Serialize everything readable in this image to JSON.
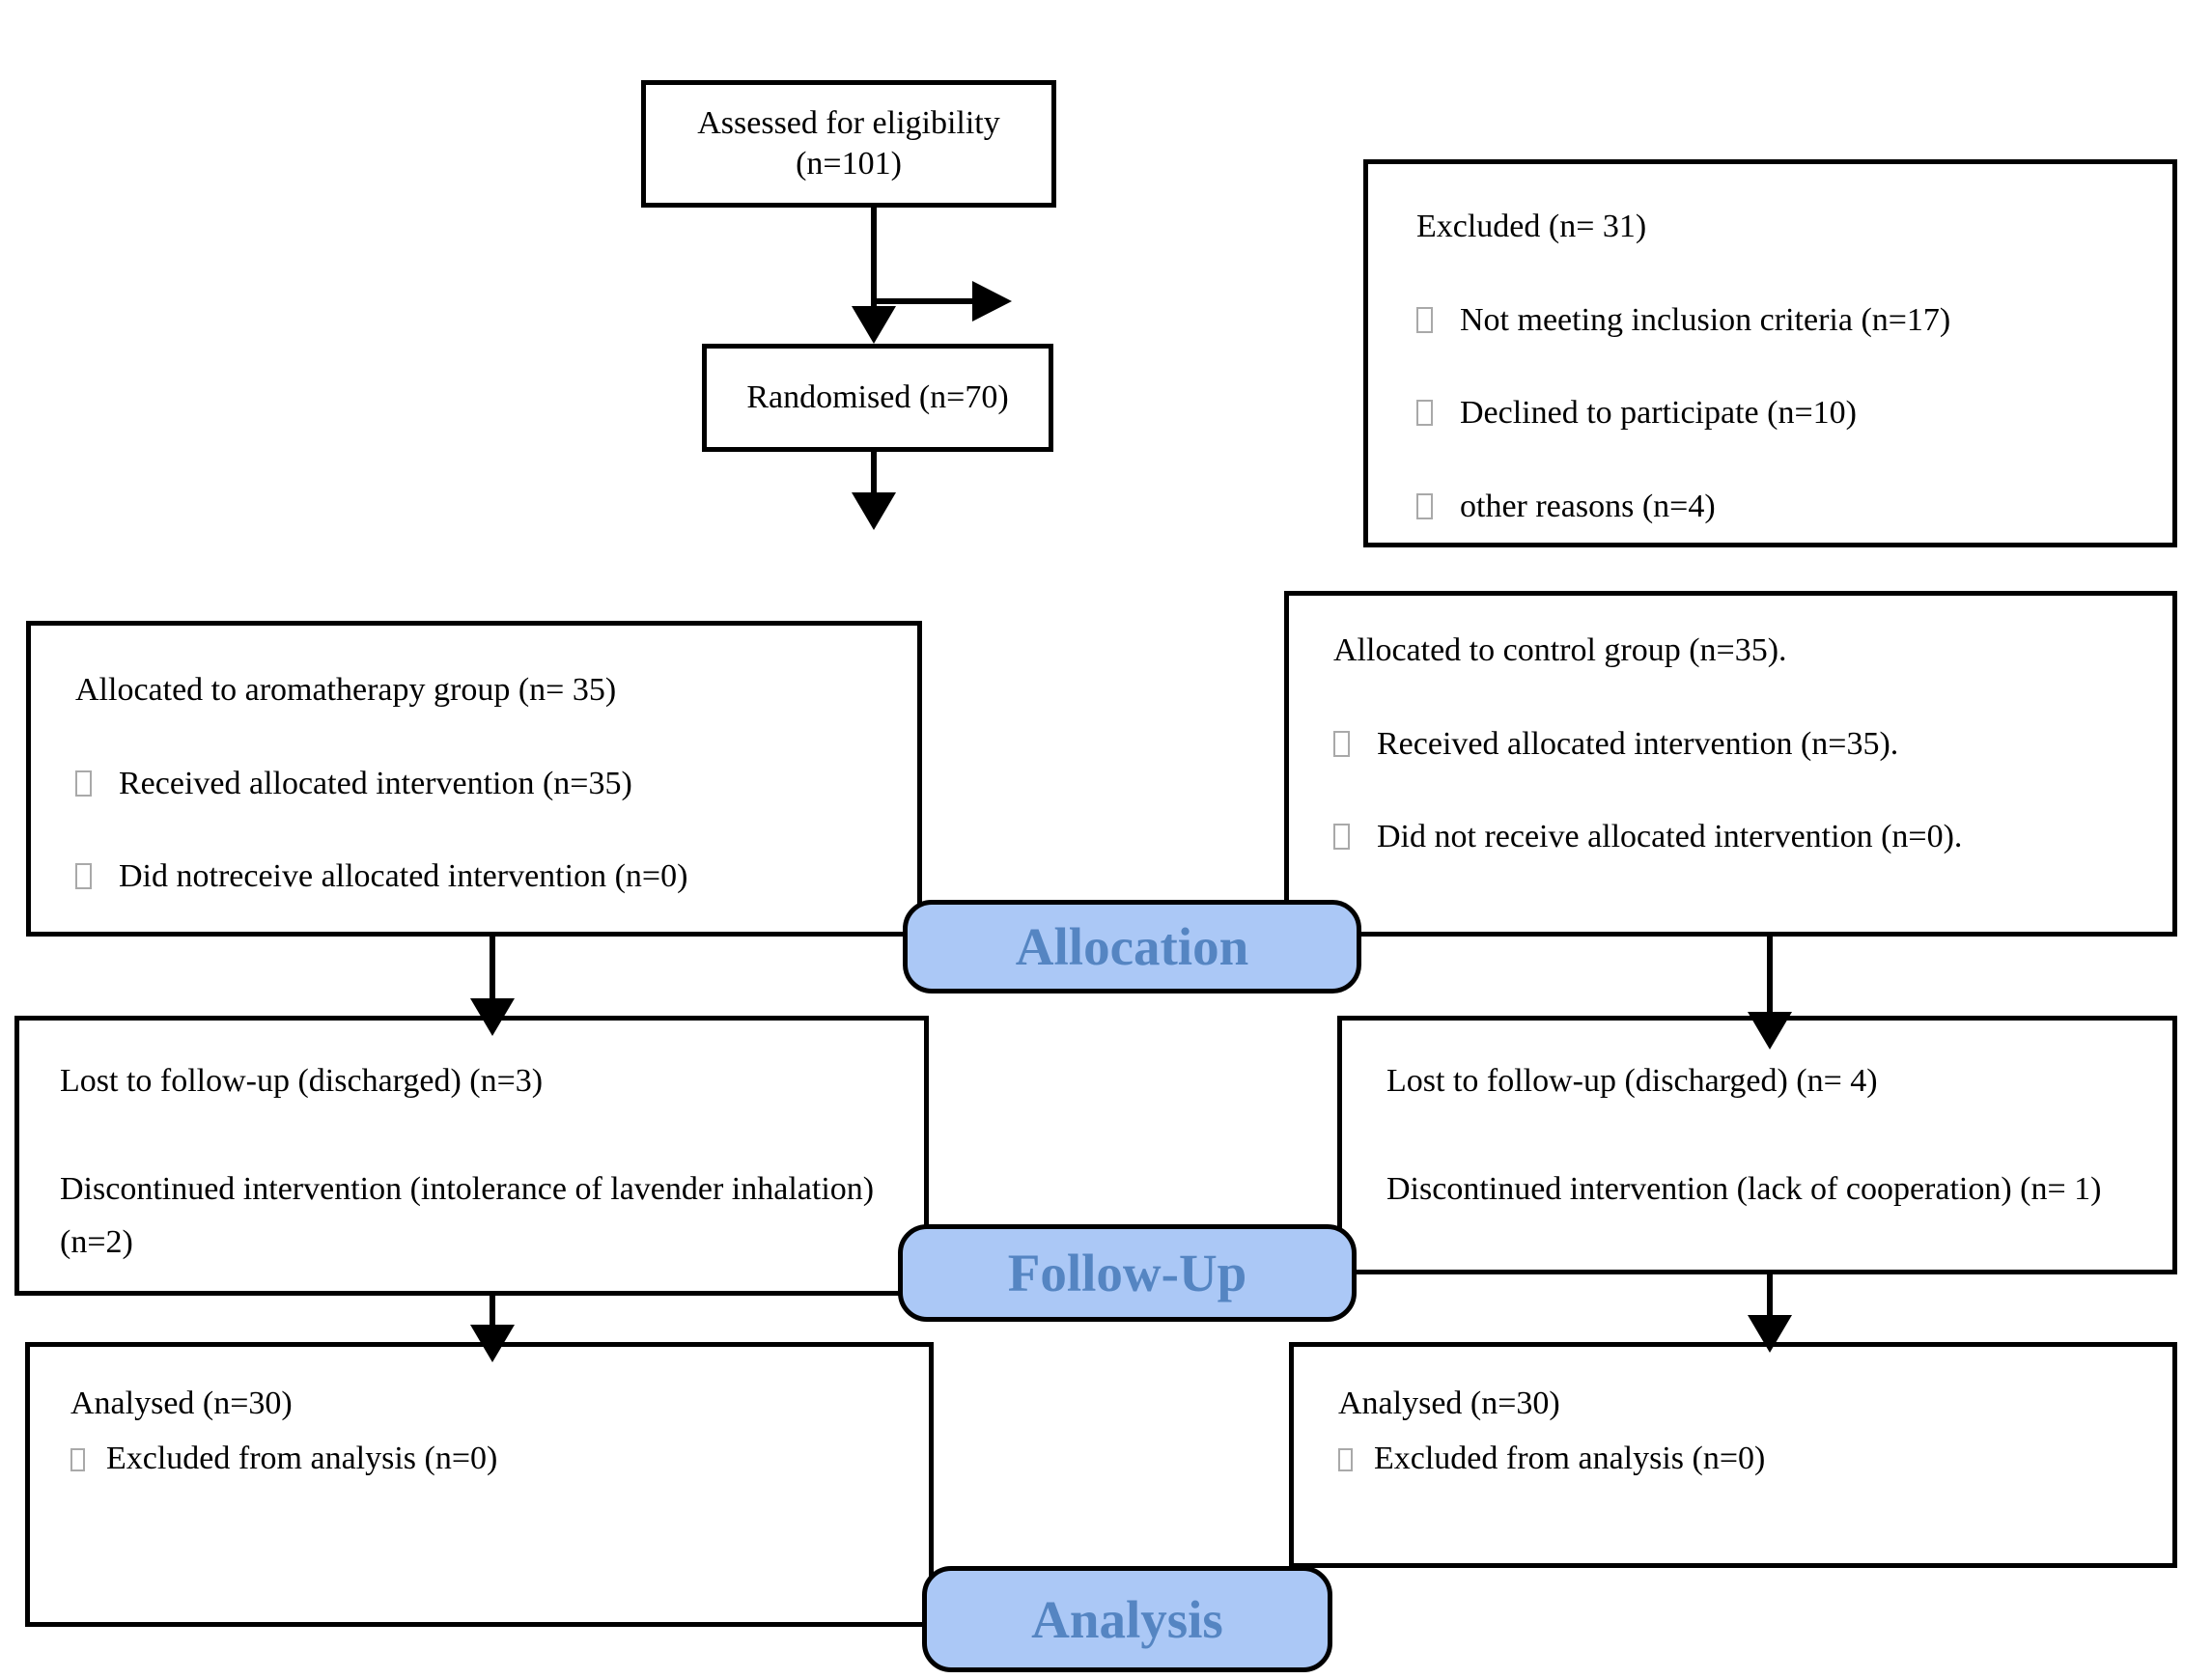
{
  "diagram": {
    "type": "consort-flow-diagram",
    "colors": {
      "pill_fill": "#abc8f6",
      "pill_text": "#5585c2",
      "box_border": "#000000",
      "arrow": "#000000",
      "bullet_outline": "#a9a9a9"
    },
    "nodes": {
      "assessed": {
        "text": "Assessed for eligibility (n=101)"
      },
      "excluded": {
        "title": "Excluded (n= 31)",
        "items": [
          "Not meeting inclusion criteria (n=17)",
          "Declined to participate (n=10)",
          "other reasons (n=4)"
        ]
      },
      "randomised": {
        "text": "Randomised (n=70)"
      },
      "alloc_left": {
        "title": "Allocated to aromatherapy group (n= 35)",
        "items": [
          "Received allocated intervention (n=35)",
          "Did notreceive allocated intervention (n=0)"
        ]
      },
      "alloc_right": {
        "title": "Allocated to control group (n=35).",
        "items": [
          "Received allocated intervention (n=35).",
          "Did not receive allocated intervention (n=0)."
        ]
      },
      "followup_left": {
        "line1": "Lost to follow-up (discharged) (n=3)",
        "line2": "Discontinued intervention (intolerance of lavender inhalation) (n=2)"
      },
      "followup_right": {
        "line1": "Lost to follow-up (discharged) (n= 4)",
        "line2": "Discontinued intervention (lack of cooperation) (n= 1)"
      },
      "analysed_left": {
        "title": "Analysed (n=30)",
        "items": [
          "Excluded from analysis (n=0)"
        ]
      },
      "analysed_right": {
        "title": "Analysed (n=30)",
        "items": [
          "Excluded from analysis (n=0)"
        ]
      }
    },
    "stage_labels": {
      "allocation": "Allocation",
      "followup": "Follow-Up",
      "analysis": "Analysis"
    }
  }
}
